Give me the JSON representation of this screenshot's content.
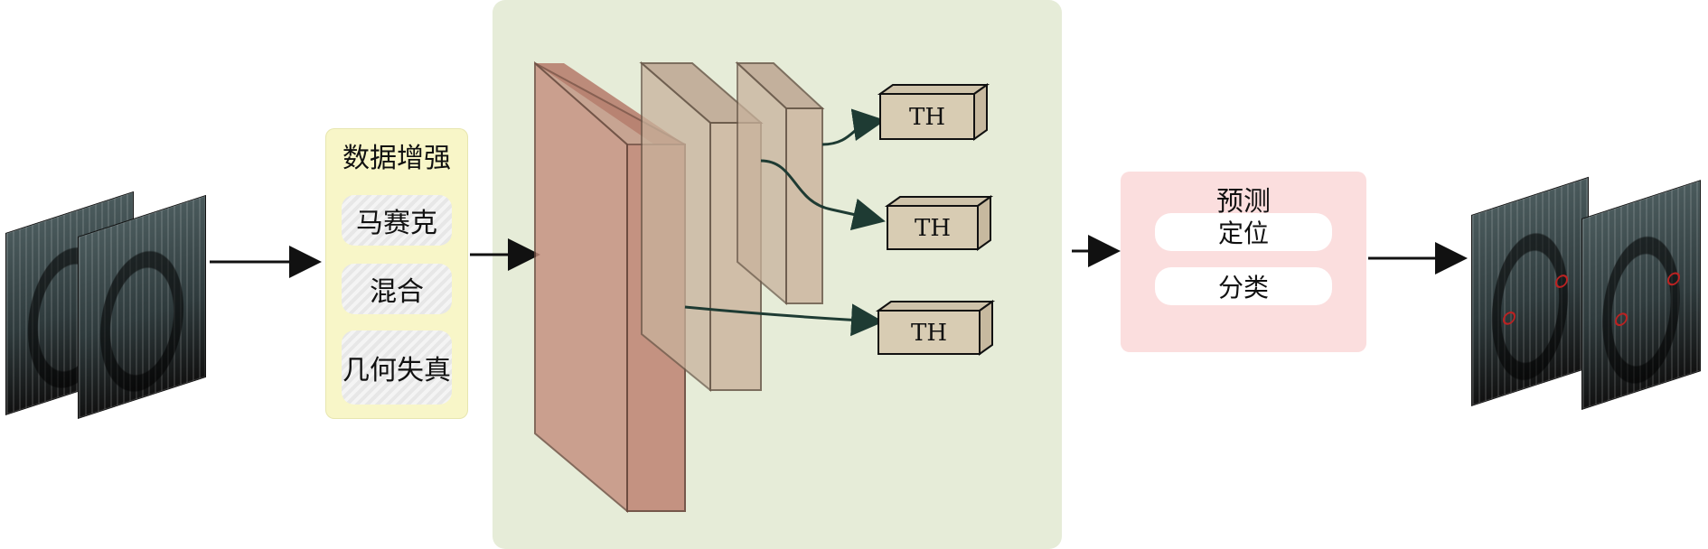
{
  "augmentation": {
    "title": "数据增强",
    "items": [
      "马赛克",
      "混合",
      "几何失真"
    ]
  },
  "heads": [
    "TH",
    "TH",
    "TH"
  ],
  "prediction": {
    "title": "预测",
    "items": [
      "定位",
      "分类"
    ]
  },
  "colors": {
    "augmentation_bg": "#f8f6c8",
    "backbone_bg": "#e6ecd8",
    "prediction_bg": "#fbdede",
    "arrow": "#111111",
    "feature_arrow": "#1e3b33",
    "feature_large": "#c48d7c",
    "feature_small": "#cdb6a0",
    "th_box": "#d8ccb3"
  }
}
